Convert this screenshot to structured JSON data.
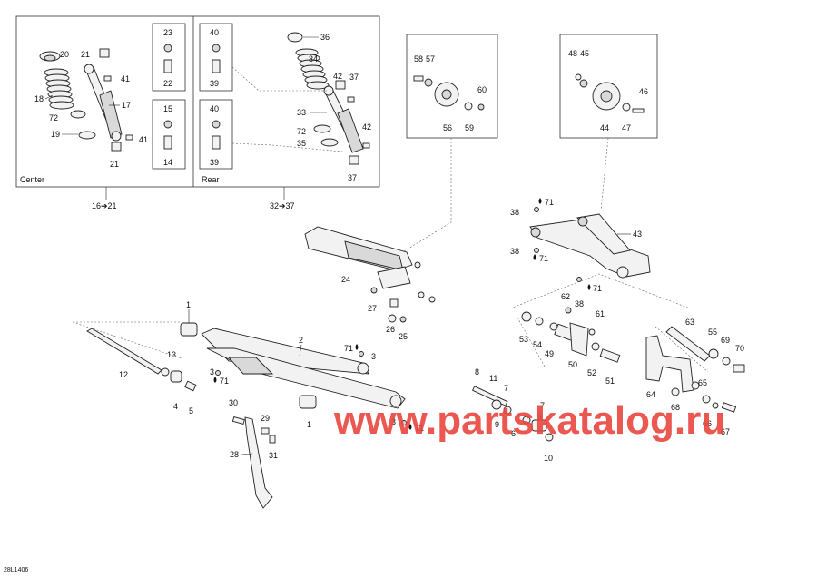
{
  "groups": {
    "center": {
      "title": "Center",
      "range": "16➔21"
    },
    "rear": {
      "title": "Rear",
      "range": "32➔37"
    }
  },
  "watermark": "www.partskatalog.ru",
  "drawing_code": "28L1406",
  "part_numbers": [
    "1",
    "2",
    "3",
    "4",
    "5",
    "6",
    "7",
    "8",
    "9",
    "10",
    "11",
    "12",
    "13",
    "14",
    "15",
    "16",
    "17",
    "18",
    "19",
    "20",
    "21",
    "22",
    "23",
    "24",
    "25",
    "26",
    "27",
    "28",
    "29",
    "30",
    "31",
    "32",
    "33",
    "34",
    "35",
    "36",
    "37",
    "38",
    "39",
    "40",
    "41",
    "42",
    "43",
    "44",
    "45",
    "46",
    "47",
    "48",
    "49",
    "50",
    "51",
    "52",
    "53",
    "54",
    "55",
    "56",
    "57",
    "58",
    "59",
    "60",
    "61",
    "62",
    "63",
    "64",
    "65",
    "66",
    "67",
    "68",
    "69",
    "70",
    "71",
    "72"
  ],
  "lubricant_ref": "71"
}
